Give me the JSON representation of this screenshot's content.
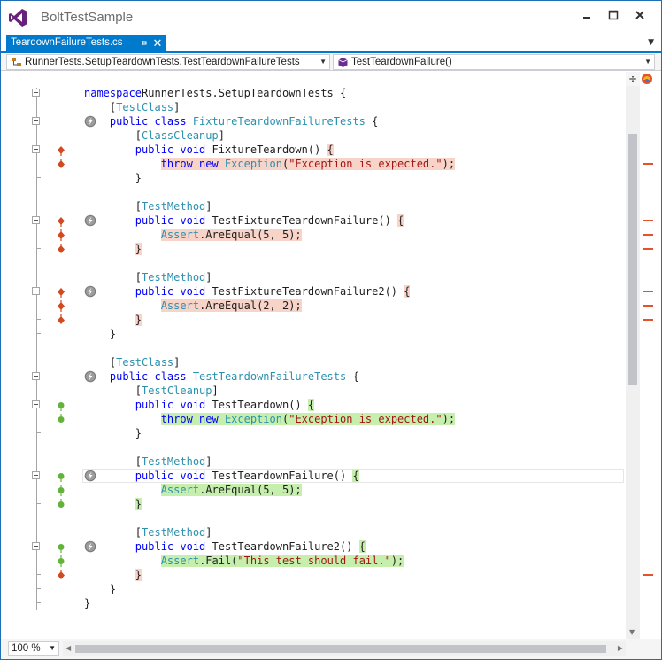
{
  "window": {
    "title": "BoltTestSample"
  },
  "tab": {
    "label": "TeardownFailureTests.cs",
    "close": "✕"
  },
  "navbar": {
    "type_combo": "RunnerTests.SetupTeardownTests.TestTeardownFailureTests",
    "member_combo": "TestTeardownFailure()"
  },
  "zoom": {
    "value": "100 %"
  },
  "colors": {
    "accent": "#007acc",
    "fail": "#d04a1f",
    "pass": "#62b33a",
    "keyword": "#0000ff",
    "type": "#2b91af",
    "string": "#a31515"
  },
  "code_lines": [
    {
      "row": 0,
      "fold": true,
      "tokens": [
        [
          "kw",
          "namespace"
        ],
        [
          "",
          "RunnerTests.SetupTeardownTests {"
        ]
      ]
    },
    {
      "row": 1,
      "tokens": [
        [
          "",
          "    ["
        ],
        [
          "ty",
          "TestClass"
        ],
        [
          "",
          "]"
        ]
      ]
    },
    {
      "row": 2,
      "fold": true,
      "bolt": true,
      "tokens": [
        [
          "",
          "    "
        ],
        [
          "kw",
          "public class "
        ],
        [
          "ty",
          "FixtureTeardownFailureTests"
        ],
        [
          "",
          " {"
        ]
      ]
    },
    {
      "row": 3,
      "tokens": [
        [
          "",
          "        ["
        ],
        [
          "ty",
          "ClassCleanup"
        ],
        [
          "",
          "]"
        ]
      ]
    },
    {
      "row": 4,
      "fold": true,
      "marker": "fail-top",
      "tokens": [
        [
          "",
          "        "
        ],
        [
          "kw",
          "public void "
        ],
        [
          "",
          "FixtureTeardown() "
        ],
        [
          "hl-red",
          "{"
        ]
      ]
    },
    {
      "row": 5,
      "marker": "fail-bottom",
      "tokens": [
        [
          "",
          "            "
        ],
        [
          "hl-red kw",
          "throw new "
        ],
        [
          "hl-red ty",
          "Exception"
        ],
        [
          "hl-red",
          "("
        ],
        [
          "hl-red st",
          "\"Exception is expected.\""
        ],
        [
          "hl-red",
          ");"
        ]
      ]
    },
    {
      "row": 6,
      "foldend": true,
      "tokens": [
        [
          "",
          "        }"
        ]
      ]
    },
    {
      "row": 8,
      "tokens": [
        [
          "",
          "        ["
        ],
        [
          "ty",
          "TestMethod"
        ],
        [
          "",
          "]"
        ]
      ]
    },
    {
      "row": 9,
      "fold": true,
      "bolt": true,
      "marker": "fail-top",
      "tokens": [
        [
          "",
          "        "
        ],
        [
          "kw",
          "public void "
        ],
        [
          "",
          "TestFixtureTeardownFailure() "
        ],
        [
          "hl-red",
          "{"
        ]
      ]
    },
    {
      "row": 10,
      "marker": "fail-mid",
      "tokens": [
        [
          "",
          "            "
        ],
        [
          "hl-red ty",
          "Assert"
        ],
        [
          "hl-red",
          ".AreEqual(5, 5);"
        ]
      ]
    },
    {
      "row": 11,
      "foldend": true,
      "marker": "fail-bottom",
      "tokens": [
        [
          "",
          "        "
        ],
        [
          "hl-red",
          "}"
        ]
      ]
    },
    {
      "row": 13,
      "tokens": [
        [
          "",
          "        ["
        ],
        [
          "ty",
          "TestMethod"
        ],
        [
          "",
          "]"
        ]
      ]
    },
    {
      "row": 14,
      "fold": true,
      "bolt": true,
      "marker": "fail-top",
      "tokens": [
        [
          "",
          "        "
        ],
        [
          "kw",
          "public void "
        ],
        [
          "",
          "TestFixtureTeardownFailure2() "
        ],
        [
          "hl-red",
          "{"
        ]
      ]
    },
    {
      "row": 15,
      "marker": "fail-mid",
      "tokens": [
        [
          "",
          "            "
        ],
        [
          "hl-red ty",
          "Assert"
        ],
        [
          "hl-red",
          ".AreEqual(2, 2);"
        ]
      ]
    },
    {
      "row": 16,
      "foldend": true,
      "marker": "fail-bottom",
      "tokens": [
        [
          "",
          "        "
        ],
        [
          "hl-red",
          "}"
        ]
      ]
    },
    {
      "row": 17,
      "foldend": true,
      "tokens": [
        [
          "",
          "    }"
        ]
      ]
    },
    {
      "row": 19,
      "tokens": [
        [
          "",
          "    ["
        ],
        [
          "ty",
          "TestClass"
        ],
        [
          "",
          "]"
        ]
      ]
    },
    {
      "row": 20,
      "fold": true,
      "bolt": true,
      "tokens": [
        [
          "",
          "    "
        ],
        [
          "kw",
          "public class "
        ],
        [
          "ty",
          "TestTeardownFailureTests"
        ],
        [
          "",
          " {"
        ]
      ]
    },
    {
      "row": 21,
      "tokens": [
        [
          "",
          "        ["
        ],
        [
          "ty",
          "TestCleanup"
        ],
        [
          "",
          "]"
        ]
      ]
    },
    {
      "row": 22,
      "fold": true,
      "marker": "pass-top",
      "tokens": [
        [
          "",
          "        "
        ],
        [
          "kw",
          "public void "
        ],
        [
          "",
          "TestTeardown() "
        ],
        [
          "hl-green",
          "{"
        ]
      ]
    },
    {
      "row": 23,
      "marker": "pass-bottom",
      "tokens": [
        [
          "",
          "            "
        ],
        [
          "hl-green kw",
          "throw new "
        ],
        [
          "hl-green ty",
          "Exception"
        ],
        [
          "hl-green",
          "("
        ],
        [
          "hl-green st",
          "\"Exception is expected.\""
        ],
        [
          "hl-green",
          ");"
        ]
      ]
    },
    {
      "row": 24,
      "foldend": true,
      "tokens": [
        [
          "",
          "        }"
        ]
      ]
    },
    {
      "row": 26,
      "tokens": [
        [
          "",
          "        ["
        ],
        [
          "ty",
          "TestMethod"
        ],
        [
          "",
          "]"
        ]
      ]
    },
    {
      "row": 27,
      "fold": true,
      "bolt": true,
      "caret": true,
      "marker": "pass-top",
      "tokens": [
        [
          "",
          "        "
        ],
        [
          "kw",
          "public void "
        ],
        [
          "",
          "TestTeardownFailure() "
        ],
        [
          "hl-green",
          "{"
        ]
      ]
    },
    {
      "row": 28,
      "marker": "pass-mid",
      "tokens": [
        [
          "",
          "            "
        ],
        [
          "hl-green ty",
          "Assert"
        ],
        [
          "hl-green",
          ".AreEqual(5, 5);"
        ]
      ]
    },
    {
      "row": 29,
      "foldend": true,
      "marker": "pass-bottom",
      "tokens": [
        [
          "",
          "        "
        ],
        [
          "hl-green",
          "}"
        ]
      ]
    },
    {
      "row": 31,
      "tokens": [
        [
          "",
          "        ["
        ],
        [
          "ty",
          "TestMethod"
        ],
        [
          "",
          "]"
        ]
      ]
    },
    {
      "row": 32,
      "fold": true,
      "bolt": true,
      "marker": "pass-top",
      "tokens": [
        [
          "",
          "        "
        ],
        [
          "kw",
          "public void "
        ],
        [
          "",
          "TestTeardownFailure2() "
        ],
        [
          "hl-green",
          "{"
        ]
      ]
    },
    {
      "row": 33,
      "marker": "pass-mid",
      "tokens": [
        [
          "",
          "            "
        ],
        [
          "hl-green ty",
          "Assert"
        ],
        [
          "hl-green",
          ".Fail("
        ],
        [
          "hl-green st",
          "\"This test should fail.\""
        ],
        [
          "hl-green",
          ");"
        ]
      ]
    },
    {
      "row": 34,
      "foldend": true,
      "marker": "fail-bottom",
      "tokens": [
        [
          "",
          "        "
        ],
        [
          "hl-red",
          "}"
        ]
      ]
    },
    {
      "row": 35,
      "foldend": true,
      "tokens": [
        [
          "",
          "    }"
        ]
      ]
    },
    {
      "row": 36,
      "foldend": true,
      "tokens": [
        [
          "",
          "}"
        ]
      ]
    }
  ],
  "overview_marks": [
    {
      "line": 5
    },
    {
      "line": 9
    },
    {
      "line": 10
    },
    {
      "line": 11
    },
    {
      "line": 14
    },
    {
      "line": 15
    },
    {
      "line": 16
    },
    {
      "line": 34
    }
  ]
}
